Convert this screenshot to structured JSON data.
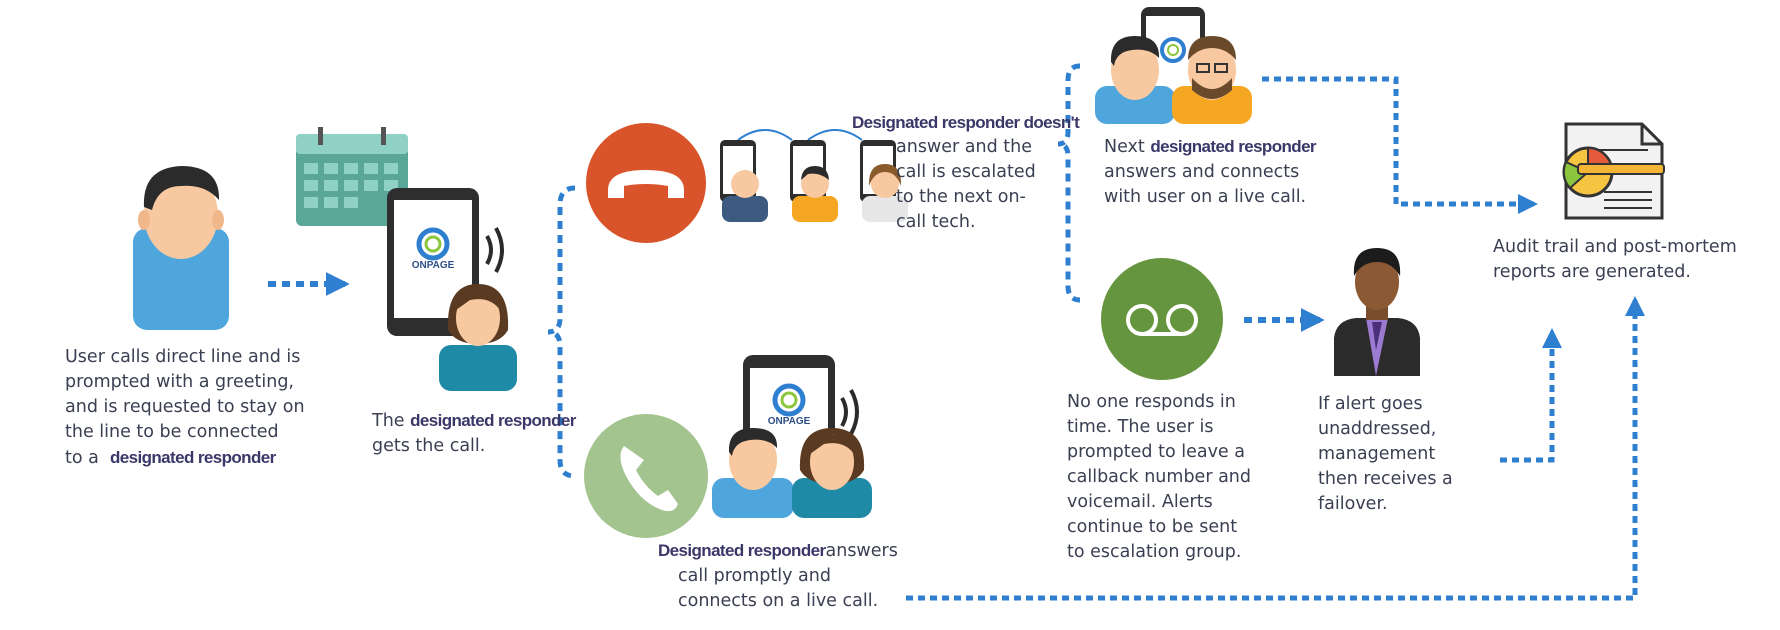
{
  "diagram": {
    "brand_logo": "ONPAGE",
    "step_user_call": {
      "lines": [
        "User calls direct line and is",
        "prompted with a greeting,",
        "and is requested to stay on",
        "the line to be connected"
      ],
      "last_prefix": "to a ",
      "highlight": "designated responder"
    },
    "step_responder_gets_call": {
      "prefix": "The ",
      "highlight": "designated responder",
      "line2": "gets the call."
    },
    "step_no_answer_escalate": {
      "highlight": "Designated responder doesn't",
      "lines": [
        "answer and the",
        "call is escalated",
        "to the next on-",
        "call tech."
      ]
    },
    "step_answers_promptly": {
      "highlight": "Designated responder",
      "suffix": "answers",
      "lines": [
        "call promptly and",
        "connects on a live call."
      ]
    },
    "step_next_responder": {
      "prefix": "Next ",
      "highlight": "designated responder",
      "lines": [
        "answers and connects",
        "with user on a live call."
      ]
    },
    "step_no_one_responds": {
      "lines": [
        "No one responds in",
        "time. The user is",
        "prompted to leave a",
        "callback number and",
        "voicemail. Alerts",
        "continue to be sent",
        "to escalation group."
      ]
    },
    "step_management_failover": {
      "lines": [
        "If alert goes",
        "unaddressed,",
        "management",
        "then receives a",
        "failover."
      ]
    },
    "step_audit": {
      "lines": [
        "Audit trail and post-mortem",
        "reports are generated."
      ]
    },
    "colors": {
      "arrow": "#2f7fd1",
      "decline": "#d9542b",
      "accept": "#a3c48f",
      "voicemail": "#66953f",
      "skin": "#f8c9a0",
      "hair": "#2b2b2b",
      "shirt_blue": "#4fa6dd",
      "shirt_orange": "#f5a623",
      "calendar": "#5aa79a",
      "text": "#3a3f52",
      "highlight": "#3b3768"
    }
  }
}
